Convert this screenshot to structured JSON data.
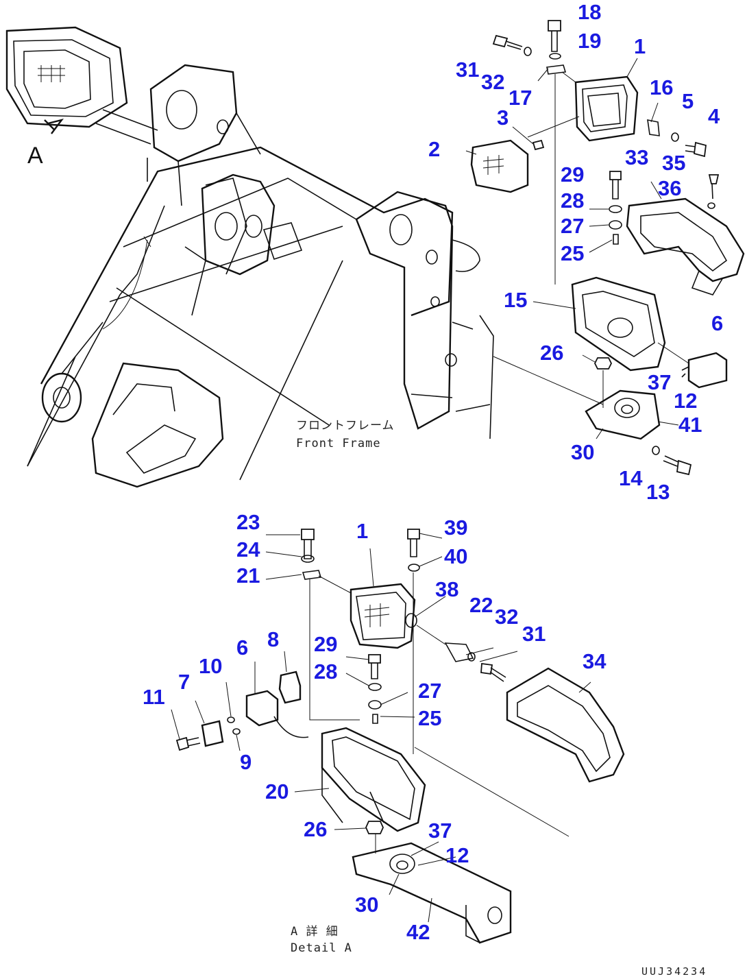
{
  "labels": {
    "front_frame_jp": "フロントフレーム",
    "front_frame_en": "Front Frame",
    "detail_jp": "A 詳 細",
    "detail_en": "Detail A",
    "view_marker": "A",
    "drawing_code": "UUJ34234"
  },
  "callouts": {
    "top": [
      "18",
      "19",
      "1",
      "31",
      "32",
      "17",
      "16",
      "5",
      "4",
      "3",
      "2",
      "33",
      "35",
      "29",
      "36",
      "28",
      "27",
      "25",
      "15",
      "6",
      "26",
      "37",
      "12",
      "41",
      "30",
      "14",
      "13"
    ],
    "bottom": [
      "23",
      "1",
      "39",
      "24",
      "40",
      "21",
      "38",
      "22",
      "32",
      "31",
      "29",
      "28",
      "8",
      "6",
      "10",
      "34",
      "7",
      "27",
      "11",
      "25",
      "9",
      "20",
      "26",
      "37",
      "12",
      "30",
      "42"
    ]
  }
}
